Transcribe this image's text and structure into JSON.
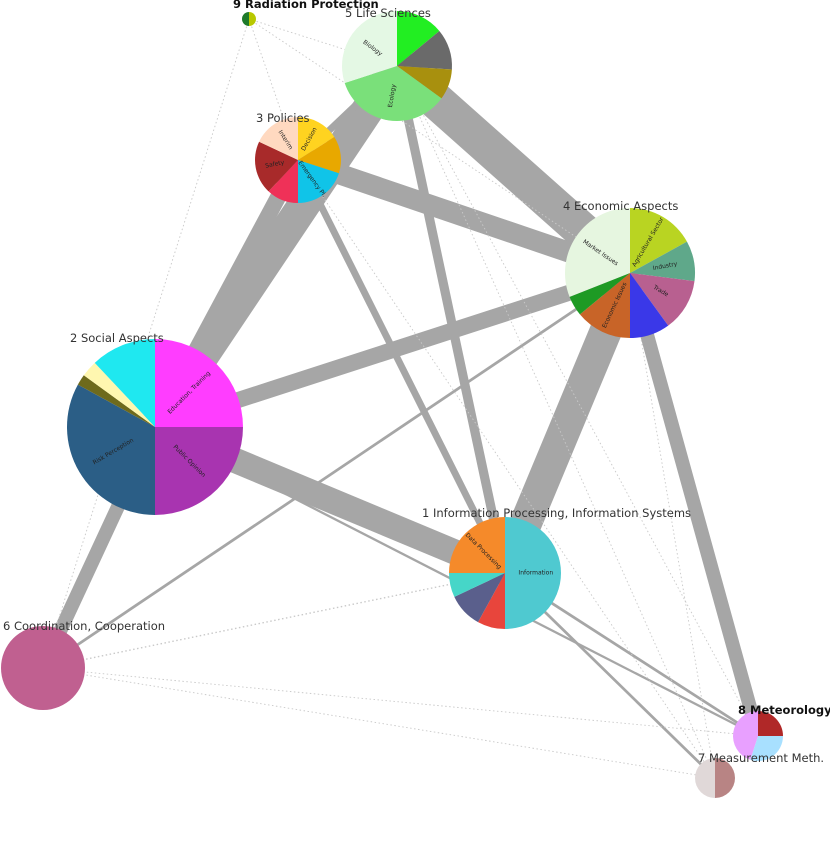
{
  "nodes": [
    {
      "id": "n1",
      "label": "1  Information Processing, Information Systems",
      "bold": false,
      "slices": [
        {
          "value": 50,
          "color": "#4fc9d0",
          "label": "Information"
        },
        {
          "value": 8,
          "color": "#e8453c",
          "label": ""
        },
        {
          "value": 10,
          "color": "#5a5f8c",
          "label": ""
        },
        {
          "value": 7,
          "color": "#46d6c8",
          "label": ""
        },
        {
          "value": 25,
          "color": "#f58a2a",
          "label": "Data Processing"
        }
      ]
    },
    {
      "id": "n2",
      "label": "2  Social Aspects",
      "bold": false,
      "slices": [
        {
          "value": 25,
          "color": "#ff3dff",
          "label": "Education, Training"
        },
        {
          "value": 25,
          "color": "#a834b0",
          "label": "Public Opinion"
        },
        {
          "value": 33,
          "color": "#2b5e86",
          "label": "Risk Perception"
        },
        {
          "value": 2,
          "color": "#6e6a1c",
          "label": ""
        },
        {
          "value": 3,
          "color": "#fff7b0",
          "label": ""
        },
        {
          "value": 12,
          "color": "#1fe8f0",
          "label": ""
        }
      ]
    },
    {
      "id": "n3",
      "label": "3  Policies",
      "bold": false,
      "slices": [
        {
          "value": 16,
          "color": "#ffd320",
          "label": "Decision"
        },
        {
          "value": 14,
          "color": "#e8a800",
          "label": ""
        },
        {
          "value": 20,
          "color": "#10c4e8",
          "label": "Emergency Pl."
        },
        {
          "value": 12,
          "color": "#ef3158",
          "label": ""
        },
        {
          "value": 20,
          "color": "#a82a2a",
          "label": "Safety"
        },
        {
          "value": 18,
          "color": "#ffd9c0",
          "label": "Interim"
        }
      ]
    },
    {
      "id": "n4",
      "label": "4  Economic Aspects",
      "bold": false,
      "slices": [
        {
          "value": 17,
          "color": "#b9d422",
          "label": "Agricultural Sector"
        },
        {
          "value": 10,
          "color": "#5fa88a",
          "label": "Industry"
        },
        {
          "value": 13,
          "color": "#b86090",
          "label": "Trade"
        },
        {
          "value": 10,
          "color": "#3a38e8",
          "label": ""
        },
        {
          "value": 14,
          "color": "#c86428",
          "label": "Economic Issues"
        },
        {
          "value": 5,
          "color": "#1e9a24",
          "label": ""
        },
        {
          "value": 31,
          "color": "#e6f6e0",
          "label": "Market Issues"
        }
      ]
    },
    {
      "id": "n5",
      "label": "5  Life Sciences",
      "bold": false,
      "slices": [
        {
          "value": 14,
          "color": "#22ee22",
          "label": ""
        },
        {
          "value": 12,
          "color": "#6a6a6a",
          "label": ""
        },
        {
          "value": 9,
          "color": "#a8900e",
          "label": ""
        },
        {
          "value": 35,
          "color": "#7ae07a",
          "label": "Ecology"
        },
        {
          "value": 30,
          "color": "#e4f8e4",
          "label": "Biology"
        }
      ]
    },
    {
      "id": "n6",
      "label": "6  Coordination, Cooperation",
      "bold": false,
      "slices": [
        {
          "value": 100,
          "color": "#c06090",
          "label": ""
        }
      ]
    },
    {
      "id": "n7",
      "label": "7  Measurement Meth.",
      "bold": false,
      "slices": [
        {
          "value": 50,
          "color": "#b88484",
          "label": ""
        },
        {
          "value": 50,
          "color": "#e0d8d8",
          "label": ""
        }
      ]
    },
    {
      "id": "n8",
      "label": "8  Meteorology",
      "bold": true,
      "slices": [
        {
          "value": 25,
          "color": "#b02828",
          "label": ""
        },
        {
          "value": 30,
          "color": "#a8e0ff",
          "label": ""
        },
        {
          "value": 45,
          "color": "#e8a0ff",
          "label": ""
        }
      ]
    },
    {
      "id": "n9",
      "label": "9  Radiation Protection",
      "bold": true,
      "slices": [
        {
          "value": 50,
          "color": "#b8c800",
          "label": ""
        },
        {
          "value": 50,
          "color": "#1e7a2a",
          "label": ""
        }
      ]
    }
  ],
  "edges": [
    {
      "a": "n2",
      "b": "n5",
      "weight": 14
    },
    {
      "a": "n2",
      "b": "n3",
      "weight": 7
    },
    {
      "a": "n5",
      "b": "n4",
      "weight": 16
    },
    {
      "a": "n3",
      "b": "n4",
      "weight": 9
    },
    {
      "a": "n4",
      "b": "n1",
      "weight": 14
    },
    {
      "a": "n2",
      "b": "n1",
      "weight": 11
    },
    {
      "a": "n2",
      "b": "n4",
      "weight": 7
    },
    {
      "a": "n2",
      "b": "n6",
      "weight": 6
    },
    {
      "a": "n4",
      "b": "n8",
      "weight": 6
    },
    {
      "a": "n5",
      "b": "n1",
      "weight": 4
    },
    {
      "a": "n3",
      "b": "n1",
      "weight": 3
    },
    {
      "a": "n5",
      "b": "n3",
      "weight": 3
    },
    {
      "a": "n4",
      "b": "n6",
      "weight": 1.2
    },
    {
      "a": "n1",
      "b": "n7",
      "weight": 1.2
    },
    {
      "a": "n1",
      "b": "n8",
      "weight": 1.2
    },
    {
      "a": "n2",
      "b": "n8",
      "weight": 1
    },
    {
      "a": "n6",
      "b": "n1",
      "weight": 0.6
    },
    {
      "a": "n9",
      "b": "n6",
      "weight": 0.4
    },
    {
      "a": "n9",
      "b": "n5",
      "weight": 0.4
    },
    {
      "a": "n9",
      "b": "n4",
      "weight": 0.4
    },
    {
      "a": "n9",
      "b": "n3",
      "weight": 0.4
    },
    {
      "a": "n6",
      "b": "n7",
      "weight": 0.4
    },
    {
      "a": "n5",
      "b": "n8",
      "weight": 0.4
    },
    {
      "a": "n3",
      "b": "n7",
      "weight": 0.4
    },
    {
      "a": "n4",
      "b": "n7",
      "weight": 0.4
    },
    {
      "a": "n6",
      "b": "n8",
      "weight": 0.4
    },
    {
      "a": "n5",
      "b": "n7",
      "weight": 0.4
    }
  ]
}
